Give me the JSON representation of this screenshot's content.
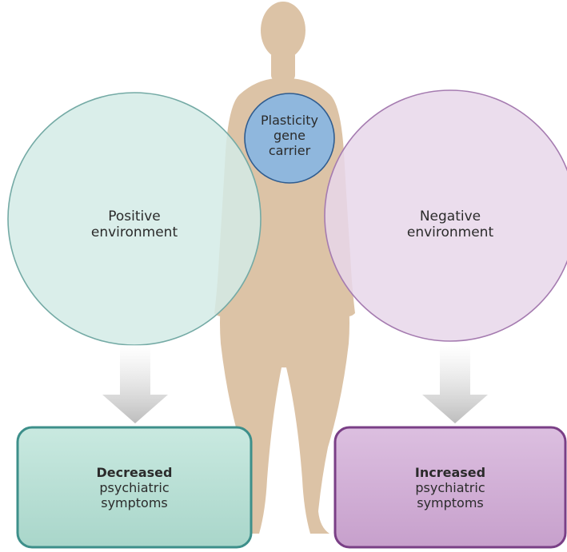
{
  "figure": {
    "gene_carrier": {
      "line1": "Plasticity",
      "line2": "gene",
      "line3": "carrier"
    },
    "positive_environment": {
      "line1": "Positive",
      "line2": "environment"
    },
    "negative_environment": {
      "line1": "Negative",
      "line2": "environment"
    },
    "outcome_left": {
      "bold": "Decreased",
      "line2": "psychiatric",
      "line3": "symptoms"
    },
    "outcome_right": {
      "bold": "Increased",
      "line2": "psychiatric",
      "line3": "symptoms"
    }
  },
  "colors": {
    "body_silhouette": "#dcc3a6",
    "positive_circle_fill": "#d3ebe6",
    "positive_circle_stroke": "#74aaa5",
    "negative_circle_fill": "#e8d7ea",
    "negative_circle_stroke": "#a57bb0",
    "gene_circle_fill": "#8fb7dd",
    "gene_circle_stroke": "#2f5c8f",
    "left_box_fill": "#b9e0d6",
    "left_box_stroke": "#3d8f8a",
    "right_box_fill": "#d4b2d8",
    "right_box_stroke": "#7a3f86",
    "arrow": "#c4c4c4"
  }
}
